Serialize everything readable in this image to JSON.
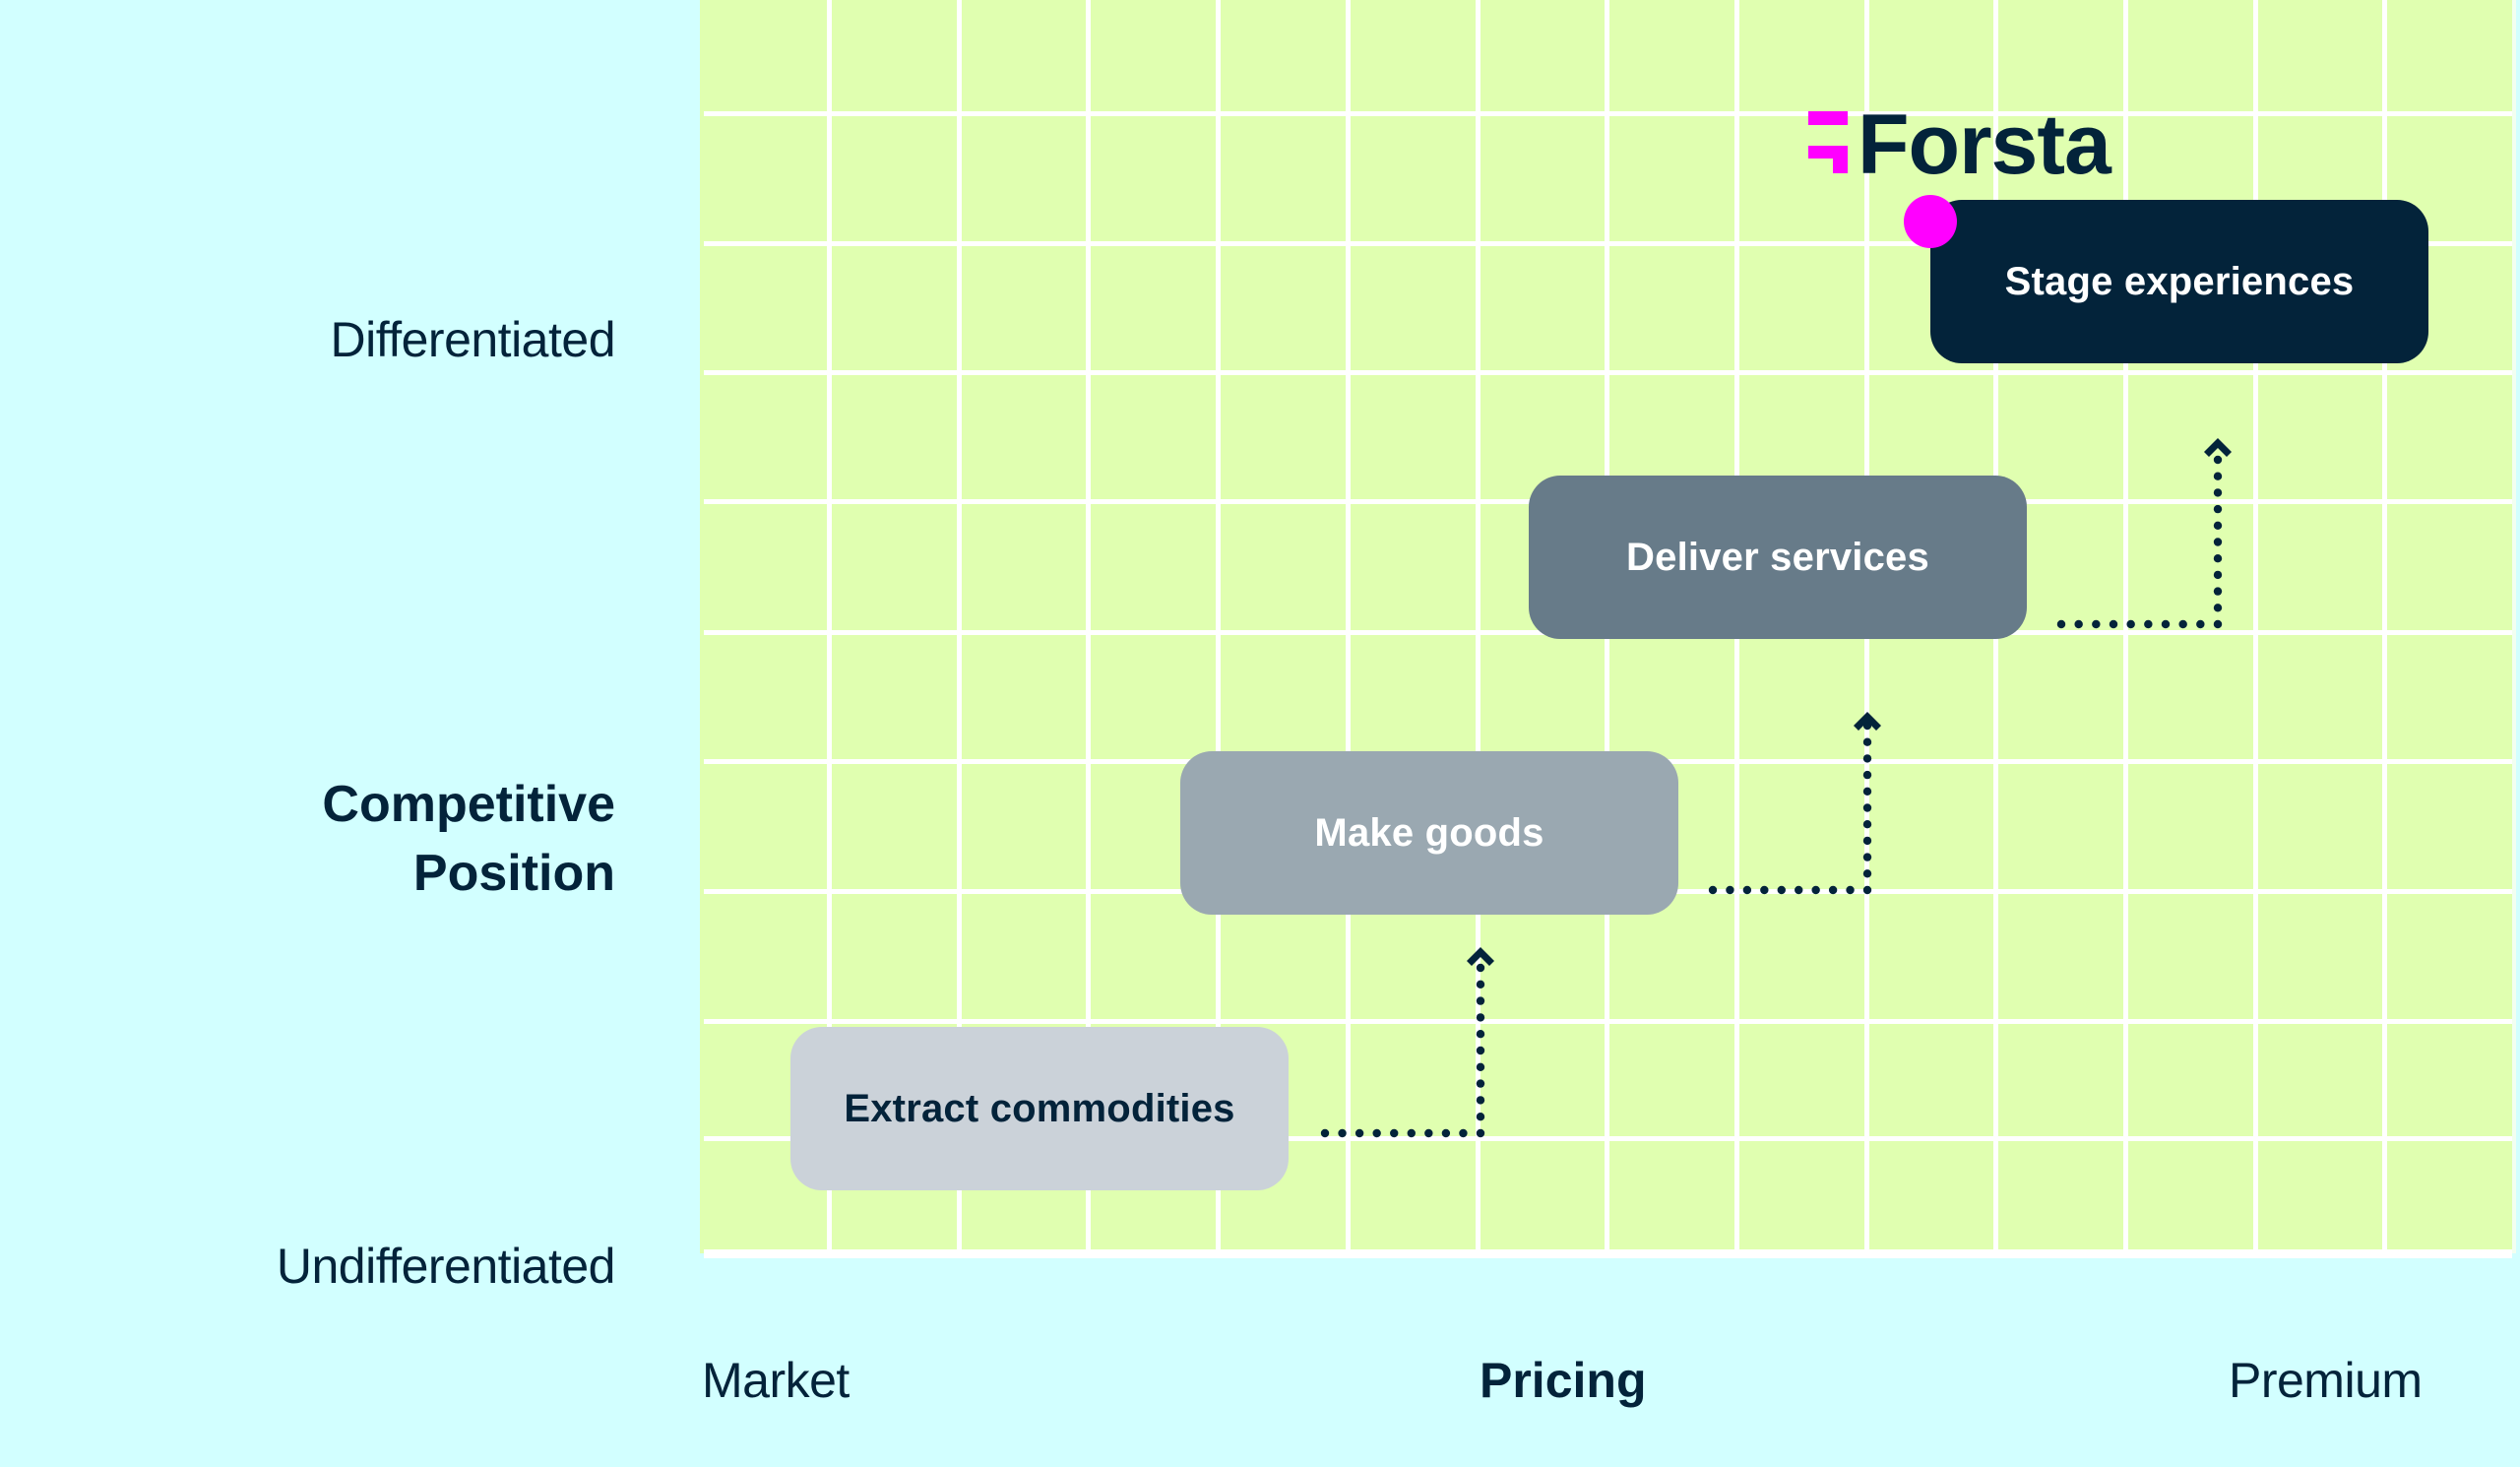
{
  "brand": {
    "name": "Forsta",
    "colors": {
      "magenta": "#ff00ff",
      "navy": "#03233a",
      "background": "#d2ffff",
      "grid": "#e0ffb0"
    }
  },
  "axes": {
    "y": {
      "title_line1": "Competitive",
      "title_line2": "Position",
      "top_label": "Differentiated",
      "bottom_label": "Undifferentiated"
    },
    "x": {
      "title": "Pricing",
      "left_label": "Market",
      "right_label": "Premium"
    }
  },
  "stages": [
    {
      "label": "Extract commodities",
      "fill": "#cbd2d9",
      "text_color": "#03233a",
      "step": 1
    },
    {
      "label": "Make goods",
      "fill": "#9aa8b1",
      "text_color": "#ffffff",
      "step": 2
    },
    {
      "label": "Deliver services",
      "fill": "#677b89",
      "text_color": "#ffffff",
      "step": 3
    },
    {
      "label": "Stage experiences",
      "fill": "#03233a",
      "text_color": "#ffffff",
      "step": 4,
      "highlighted": true
    }
  ],
  "connectors": [
    {
      "from": "Extract commodities",
      "to": "Make goods",
      "style": "dotted-arrow-up"
    },
    {
      "from": "Make goods",
      "to": "Deliver services",
      "style": "dotted-arrow-up"
    },
    {
      "from": "Deliver services",
      "to": "Stage experiences",
      "style": "dotted-arrow-up"
    }
  ]
}
